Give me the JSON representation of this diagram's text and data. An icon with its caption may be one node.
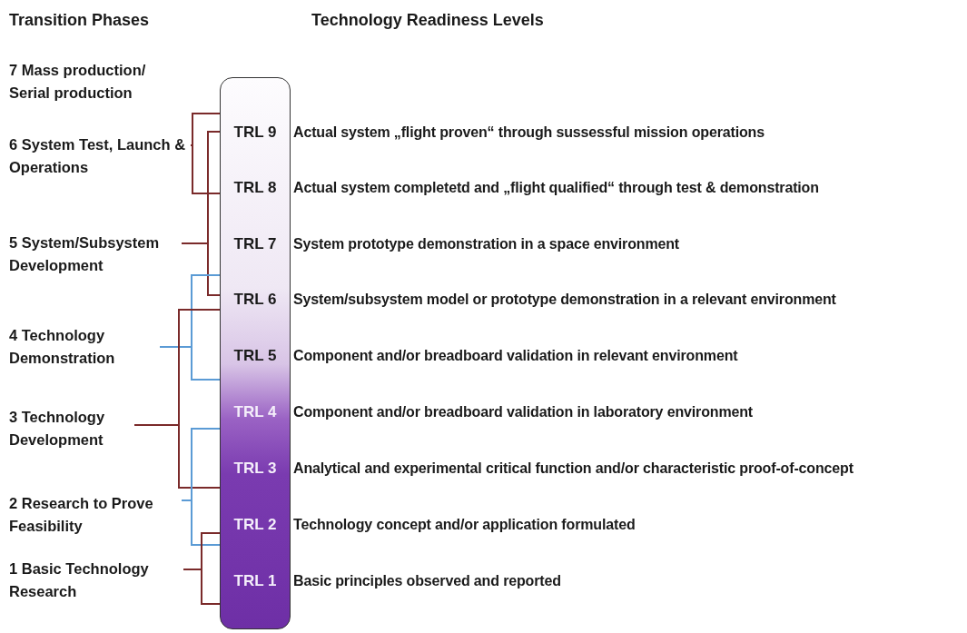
{
  "diagram": {
    "nodes": [
      {
        "text": [
          "7 Mass production/ Serial production"
        ]
      },
      {
        "text": [
          "6 System Test, Launch & Operations"
        ]
      },
      {
        "text": [
          "5 System/Subsystem Development"
        ]
      },
      {
        "text": [
          "4 Technology Demonstration"
        ]
      },
      {
        "text": [
          "3 Technology Development"
        ]
      },
      {
        "text": [
          "2 Research to Prove Feasibility"
        ]
      },
      {
        "text": [
          "1 Basic Technology Research"
        ]
      },
      {
        "text": [],
        "shape": "bar"
      },
      {
        "text": [
          "TRL 9"
        ],
        "in": 7,
        "beside": [
          "Actual system „flight proven“ through sussessful mission operations"
        ]
      },
      {
        "text": [
          "TRL 8"
        ],
        "in": 7,
        "beside": [
          "Actual system completetd and „flight qualified“ through test & demonstration"
        ]
      },
      {
        "text": [
          "TRL 7"
        ],
        "in": 7,
        "beside": [
          "System prototype demonstration in a space environment"
        ]
      },
      {
        "text": [
          "TRL 6"
        ],
        "in": 7,
        "beside": [
          "System/subsystem model or prototype demonstration in a relevant environment"
        ]
      },
      {
        "text": [
          "TRL 5"
        ],
        "in": 7,
        "beside": [
          "Component and/or breadboard validation in relevant environment"
        ]
      },
      {
        "text": [
          "TRL 4"
        ],
        "in": 7,
        "beside": [
          "Component and/or breadboard validation in laboratory environment"
        ]
      },
      {
        "text": [
          "TRL 3"
        ],
        "in": 7,
        "beside": [
          "Analytical and experimental critical function and/or characteristic proof-of-concept"
        ]
      },
      {
        "text": [
          "TRL 2"
        ],
        "in": 7,
        "beside": [
          "Technology concept and/or application formulated"
        ]
      },
      {
        "text": [
          "TRL 1"
        ],
        "in": 7,
        "beside": [
          "Basic principles observed and reported"
        ]
      }
    ],
    "edges": [
      {
        "from": 1,
        "to": 8,
        "arrow": "none"
      },
      {
        "from": 1,
        "to": 9,
        "arrow": "none"
      },
      {
        "from": 2,
        "to": 8,
        "arrow": "none"
      },
      {
        "from": 2,
        "to": 11,
        "arrow": "none"
      },
      {
        "from": 3,
        "to": 11,
        "arrow": "none",
        "color": "#5b9bd5"
      },
      {
        "from": 3,
        "to": 12,
        "arrow": "none",
        "color": "#5b9bd5"
      },
      {
        "from": 4,
        "to": 11,
        "arrow": "none"
      },
      {
        "from": 4,
        "to": 14,
        "arrow": "none"
      },
      {
        "from": 5,
        "to": 13,
        "arrow": "none",
        "color": "#5b9bd5"
      },
      {
        "from": 5,
        "to": 15,
        "arrow": "none",
        "color": "#5b9bd5"
      },
      {
        "from": 6,
        "to": 15,
        "arrow": "none"
      },
      {
        "from": 6,
        "to": 16,
        "arrow": "none"
      }
    ],
    "labels": [
      "Transition Phases",
      "Technology Readiness Levels"
    ]
  }
}
